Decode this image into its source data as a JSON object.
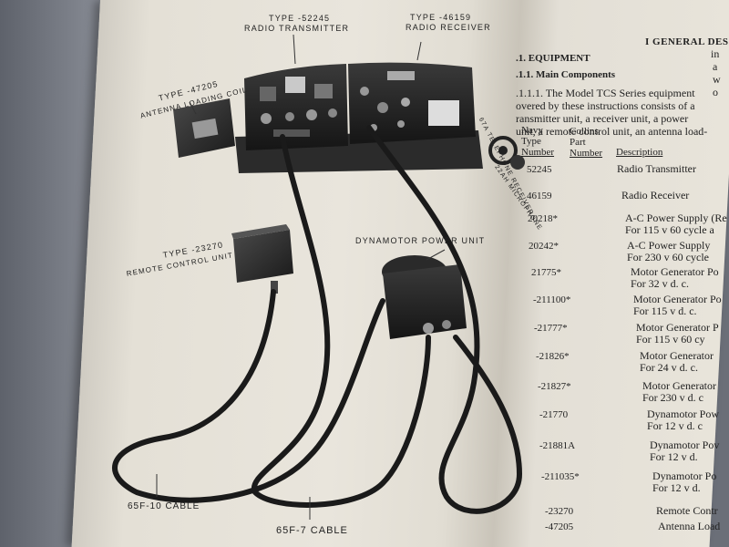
{
  "figure": {
    "transmitter_type": "TYPE -52245",
    "transmitter_label": "RADIO TRANSMITTER",
    "receiver_type": "TYPE -46159",
    "receiver_label": "RADIO RECEIVER",
    "coil_type": "TYPE -47205",
    "coil_label": "ANTENNA LOADING COIL",
    "remote_type": "TYPE -23270",
    "remote_label": "REMOTE CONTROL UNIT",
    "dynamotor_label": "DYNAMOTOR POWER UNIT",
    "telephone_label": "67A TELEPHONE RECEIVER",
    "microphone_label": "22AH MICROPHONE",
    "cable_10": "65F-10 CABLE",
    "cable_7": "65F-7 CABLE"
  },
  "text": {
    "section_header": "I  GENERAL DES",
    "equipment_heading": ".1.  EQUIPMENT",
    "main_components_heading": ".1.1.  Main Components",
    "para_lines": [
      ".1.1.1.  The Model TCS Series equipment",
      "overed by these instructions consists of a",
      "ransmitter unit, a receiver unit, a power",
      "unit, a remote control unit, an antenna load-"
    ],
    "right_margin": [
      "in",
      "a",
      "w",
      "o"
    ]
  },
  "table": {
    "col_navy": [
      "Navy",
      "Type",
      "Number"
    ],
    "col_collins": [
      "Collins",
      "Part",
      "Number"
    ],
    "col_desc": "Description",
    "rows": [
      {
        "num": "52245",
        "desc": [
          "Radio Transmitter"
        ]
      },
      {
        "num": "46159",
        "desc": [
          "Radio Receiver"
        ]
      },
      {
        "num": "20218*",
        "desc": [
          "A-C Power Supply (Re",
          "For 115 v 60 cycle a"
        ]
      },
      {
        "num": "20242*",
        "desc": [
          "A-C Power Supply",
          "For 230 v 60 cycle"
        ]
      },
      {
        "num": "21775*",
        "desc": [
          "Motor Generator Po",
          "For 32 v d. c."
        ]
      },
      {
        "num": "-211100*",
        "desc": [
          "Motor Generator Po",
          "For 115 v d. c."
        ]
      },
      {
        "num": "-21777*",
        "desc": [
          "Motor Generator P",
          "For 115 v 60 cy"
        ]
      },
      {
        "num": "-21826*",
        "desc": [
          "Motor Generator",
          "For 24 v d. c."
        ]
      },
      {
        "num": "-21827*",
        "desc": [
          "Motor Generator",
          "For 230 v d. c"
        ]
      },
      {
        "num": "-21770",
        "desc": [
          "Dynamotor Pow",
          "For 12 v d. c"
        ]
      },
      {
        "num": "-21881A",
        "desc": [
          "Dynamotor Pov",
          "For 12 v d."
        ]
      },
      {
        "num": "-211035*",
        "desc": [
          "Dynamotor Po",
          "For 12 v d."
        ]
      },
      {
        "num": "-23270",
        "desc": [
          "Remote Contr"
        ]
      },
      {
        "num": "-47205",
        "desc": [
          "Antenna Load"
        ]
      }
    ]
  }
}
